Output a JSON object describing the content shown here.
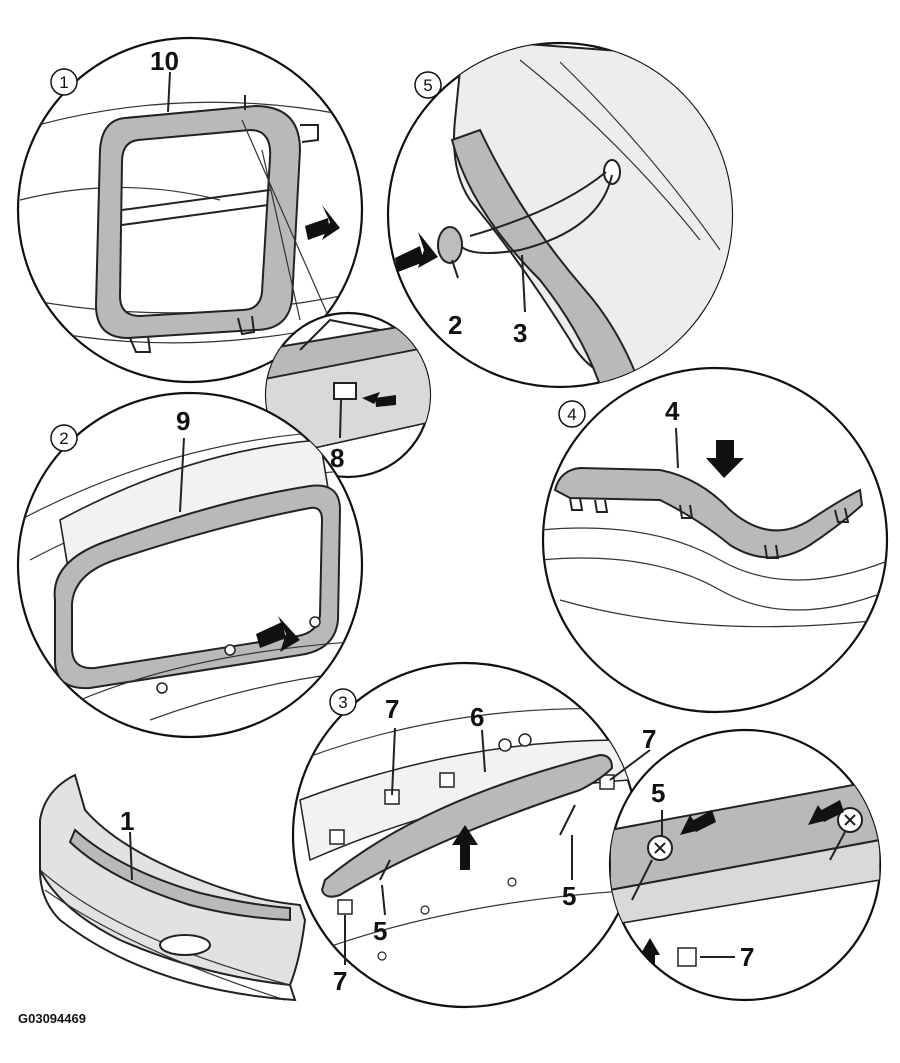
{
  "details": [
    {
      "id": "detail-1",
      "number": "1"
    },
    {
      "id": "detail-2",
      "number": "2"
    },
    {
      "id": "detail-3",
      "number": "3"
    },
    {
      "id": "detail-4",
      "number": "4"
    },
    {
      "id": "detail-5",
      "number": "5"
    }
  ],
  "part_labels": {
    "p10": "10",
    "p2": "2",
    "p3": "3",
    "p8": "8",
    "p9": "9",
    "p4": "4",
    "p6": "6",
    "p1": "1",
    "p7a": "7",
    "p7b": "7",
    "p7c": "7",
    "p7d": "7",
    "p5a": "5",
    "p5b": "5",
    "p5c": "5"
  },
  "figure_code": "G03094469"
}
